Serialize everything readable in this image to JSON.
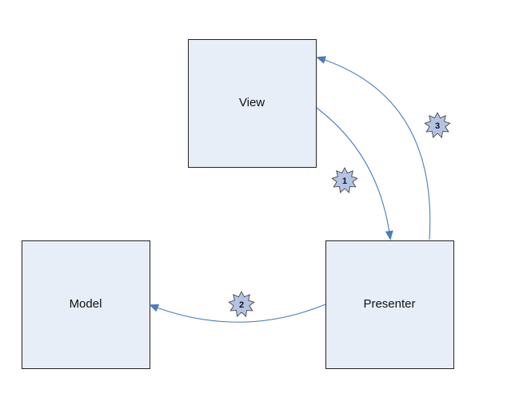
{
  "colors": {
    "box_fill": "#e8eef7",
    "box_stroke": "#222222",
    "arrow": "#4a7cc0",
    "badge_fill": "#b4c3e3"
  },
  "nodes": {
    "view": {
      "label": "View"
    },
    "model": {
      "label": "Model"
    },
    "presenter": {
      "label": "Presenter"
    }
  },
  "steps": [
    {
      "number": "1"
    },
    {
      "number": "2"
    },
    {
      "number": "3"
    }
  ]
}
